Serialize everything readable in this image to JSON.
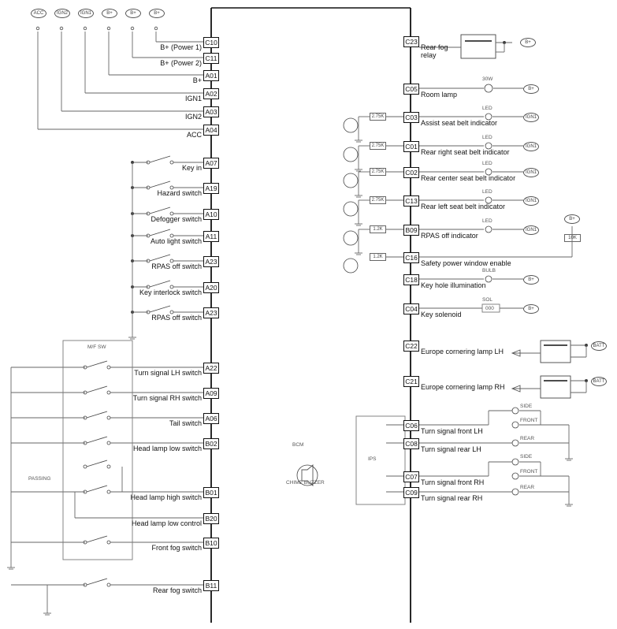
{
  "supply_nodes": [
    "ACC",
    "IGN2",
    "IGN1",
    "B+",
    "B+",
    "B+"
  ],
  "left_pins": [
    {
      "pin": "C10",
      "label": "B+ (Power 1)"
    },
    {
      "pin": "C11",
      "label": "B+ (Power 2)"
    },
    {
      "pin": "A01",
      "label": "B+"
    },
    {
      "pin": "A02",
      "label": "IGN1"
    },
    {
      "pin": "A03",
      "label": "IGN2"
    },
    {
      "pin": "A04",
      "label": "ACC"
    },
    {
      "pin": "A07",
      "label": "Key in"
    },
    {
      "pin": "A19",
      "label": "Hazard switch"
    },
    {
      "pin": "A10",
      "label": "Defogger switch"
    },
    {
      "pin": "A11",
      "label": "Auto light switch"
    },
    {
      "pin": "A23",
      "label": "RPAS off switch"
    },
    {
      "pin": "A20",
      "label": "Key interlock switch"
    },
    {
      "pin": "A23",
      "label": "RPAS off switch"
    },
    {
      "pin": "A22",
      "label": "Turn signal LH switch"
    },
    {
      "pin": "A09",
      "label": "Turn signal RH switch"
    },
    {
      "pin": "A06",
      "label": "Tail switch"
    },
    {
      "pin": "B02",
      "label": "Head lamp low switch"
    },
    {
      "pin": "B01",
      "label": "Head lamp high switch"
    },
    {
      "pin": "B20",
      "label": "Head lamp low control"
    },
    {
      "pin": "B10",
      "label": "Front fog switch"
    },
    {
      "pin": "B11",
      "label": "Rear fog switch"
    }
  ],
  "right_pins": [
    {
      "pin": "C23",
      "label": "Rear fog relay"
    },
    {
      "pin": "C05",
      "label": "Room lamp"
    },
    {
      "pin": "C03",
      "label": "Assist seat belt indicator"
    },
    {
      "pin": "C01",
      "label": "Rear right seat belt indicator"
    },
    {
      "pin": "C02",
      "label": "Rear center seat belt indicator"
    },
    {
      "pin": "C13",
      "label": "Rear left seat belt indicator"
    },
    {
      "pin": "B09",
      "label": "RPAS off indicator"
    },
    {
      "pin": "C16",
      "label": "Safety power window enable"
    },
    {
      "pin": "C18",
      "label": "Key hole illumination"
    },
    {
      "pin": "C04",
      "label": "Key solenoid"
    },
    {
      "pin": "C22",
      "label": "Europe cornering lamp LH"
    },
    {
      "pin": "C21",
      "label": "Europe cornering lamp RH"
    },
    {
      "pin": "C06",
      "label": "Turn signal front LH"
    },
    {
      "pin": "C08",
      "label": "Turn signal rear LH"
    },
    {
      "pin": "C07",
      "label": "Turn signal front RH"
    },
    {
      "pin": "C09",
      "label": "Turn signal rear RH"
    }
  ],
  "component_text": {
    "room_lamp_rating": "30W",
    "led": "LED",
    "bulb": "BULB",
    "sol": "SOL",
    "resistor": "10K",
    "resistor_a": "2.75K",
    "resistor_b": "1.2K",
    "side": "SIDE",
    "front": "FRONT",
    "rear": "REAR",
    "ips": "IPS",
    "bcm": "BCM",
    "chime": "CHIME BUZZER",
    "mf_sw": "M/F SW",
    "passing": "PASSING",
    "bplus": "B+",
    "ign1": "IGN1",
    "batt": "BATT",
    "coil": "000"
  }
}
